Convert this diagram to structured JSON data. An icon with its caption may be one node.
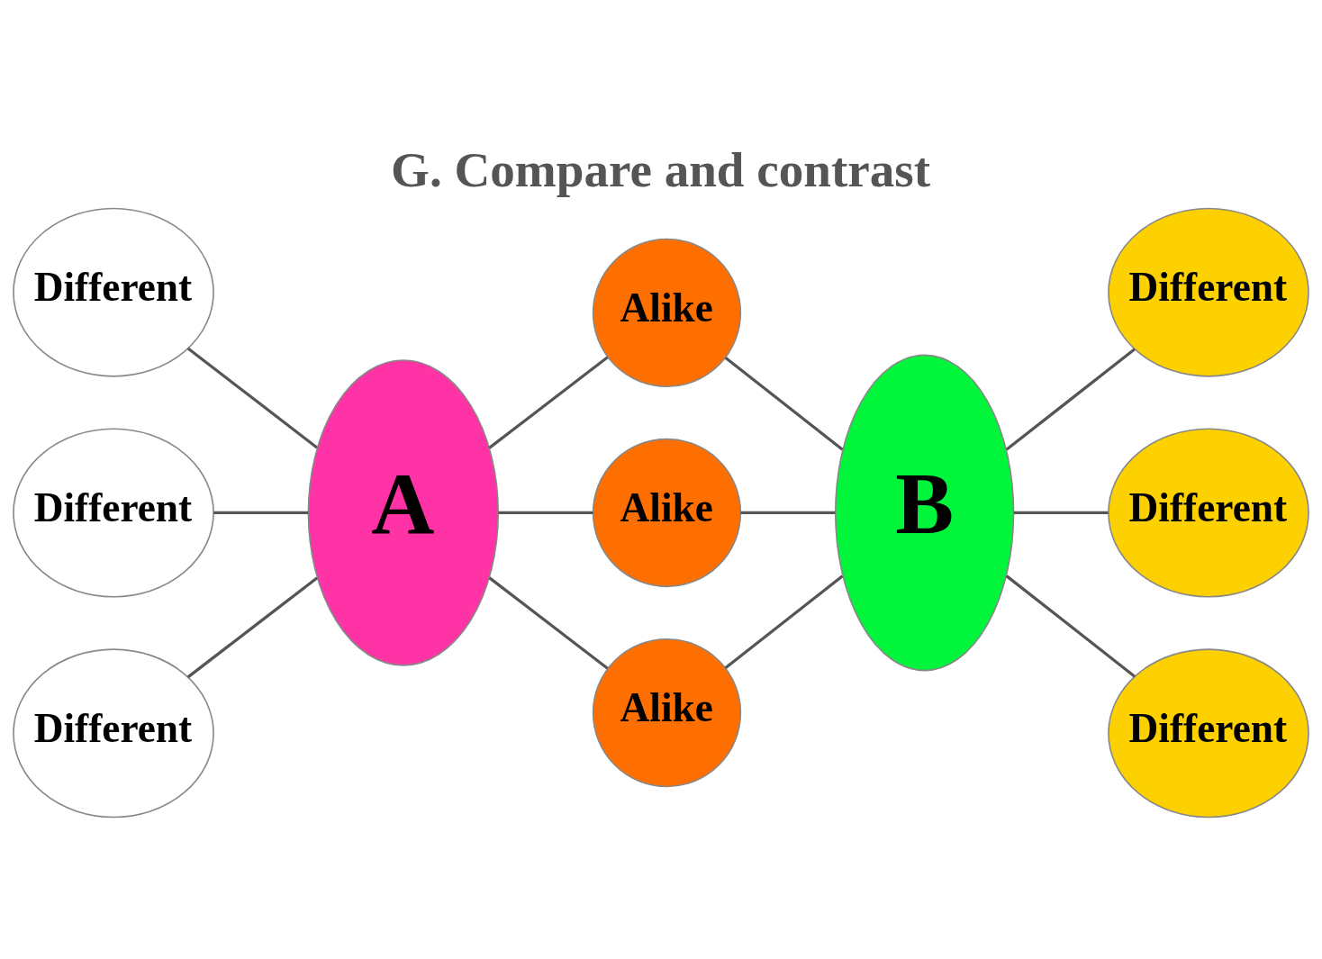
{
  "diagram": {
    "title": "G. Compare and contrast",
    "nodes": [
      {
        "text": [
          "Different"
        ]
      },
      {
        "text": [
          "Different"
        ]
      },
      {
        "text": [
          "Different"
        ]
      },
      {
        "text": [
          "A"
        ]
      },
      {
        "text": [
          "Alike"
        ]
      },
      {
        "text": [
          "Alike"
        ]
      },
      {
        "text": [
          "Alike"
        ]
      },
      {
        "text": [
          "B"
        ]
      },
      {
        "text": [
          "Different"
        ]
      },
      {
        "text": [
          "Different"
        ]
      },
      {
        "text": [
          "Different"
        ]
      }
    ],
    "edges": [
      {
        "from": 0,
        "to": 3,
        "arrow": "none"
      },
      {
        "from": 1,
        "to": 3,
        "arrow": "none"
      },
      {
        "from": 2,
        "to": 3,
        "arrow": "none"
      },
      {
        "from": 3,
        "to": 4,
        "arrow": "none"
      },
      {
        "from": 3,
        "to": 5,
        "arrow": "none"
      },
      {
        "from": 3,
        "to": 6,
        "arrow": "none"
      },
      {
        "from": 4,
        "to": 7,
        "arrow": "none"
      },
      {
        "from": 5,
        "to": 7,
        "arrow": "none"
      },
      {
        "from": 6,
        "to": 7,
        "arrow": "none"
      },
      {
        "from": 7,
        "to": 8,
        "arrow": "none"
      },
      {
        "from": 7,
        "to": 9,
        "arrow": "none"
      },
      {
        "from": 7,
        "to": 10,
        "arrow": "none"
      }
    ]
  }
}
